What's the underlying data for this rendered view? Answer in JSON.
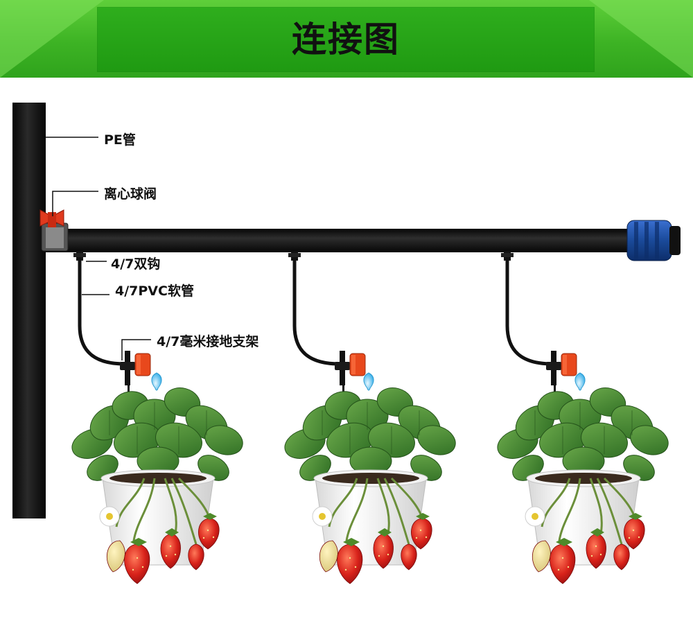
{
  "header": {
    "title": "连接图"
  },
  "labels": {
    "pe_pipe": "PE管",
    "ball_valve": "离心球阀",
    "double_hook": "4/7双钩",
    "pvc_hose": "4/7PVC软管",
    "ground_stake": "4/7毫米接地支架"
  },
  "colors": {
    "banner_green": "#3db324",
    "pipe_black": "#141414",
    "valve_red": "#e03a1e",
    "end_cap_blue": "#1a4a9a",
    "dripper_orange": "#e8481c",
    "water_drop": "#7fd0f5"
  },
  "icons": [
    "water-drop-icon",
    "strawberry-plant-icon",
    "flower-pot-icon"
  ]
}
